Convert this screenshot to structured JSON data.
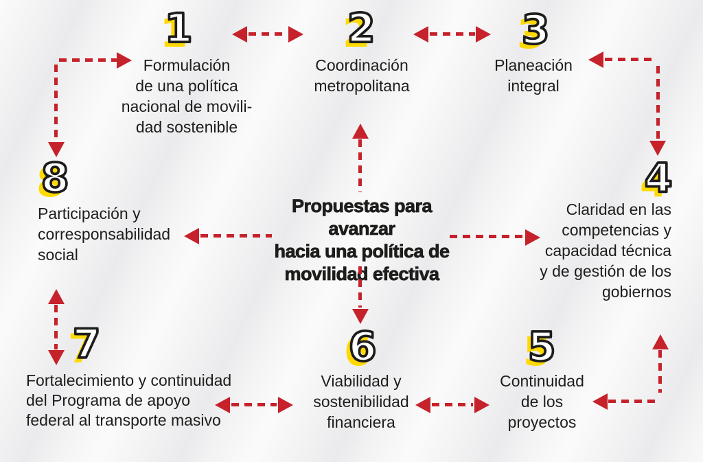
{
  "title": "Propuestas para avanzar\nhacia una política de\nmovilidad efectiva",
  "colors": {
    "arrow_red": "#c6222b",
    "number_yellow": "#ffd903",
    "number_outline": "#1d1d1b",
    "text_dark": "#1d1d1b",
    "background": "#f3f3f4"
  },
  "nodes": [
    {
      "num": "1",
      "label": "Formulación\nde una política\nnacional de movili-\ndad sostenible"
    },
    {
      "num": "2",
      "label": "Coordinación\nmetropolitana"
    },
    {
      "num": "3",
      "label": "Planeación\nintegral"
    },
    {
      "num": "4",
      "label": "Claridad en las\ncompetencias y\ncapacidad técnica\ny de gestión de los\ngobiernos"
    },
    {
      "num": "5",
      "label": "Continuidad\nde los\nproyectos"
    },
    {
      "num": "6",
      "label": "Viabilidad y\nsostenibilidad\nfinanciera"
    },
    {
      "num": "7",
      "label": "Fortalecimiento y continuidad\ndel Programa de apoyo\nfederal al transporte masivo"
    },
    {
      "num": "8",
      "label": "Participación y\ncorresponsabilidad\nsocial"
    }
  ],
  "connections": [
    "1-2",
    "2-3",
    "3-4",
    "5-4",
    "6-5",
    "7-6",
    "8-7",
    "8-1",
    "center-2",
    "center-4",
    "center-6",
    "center-8"
  ]
}
